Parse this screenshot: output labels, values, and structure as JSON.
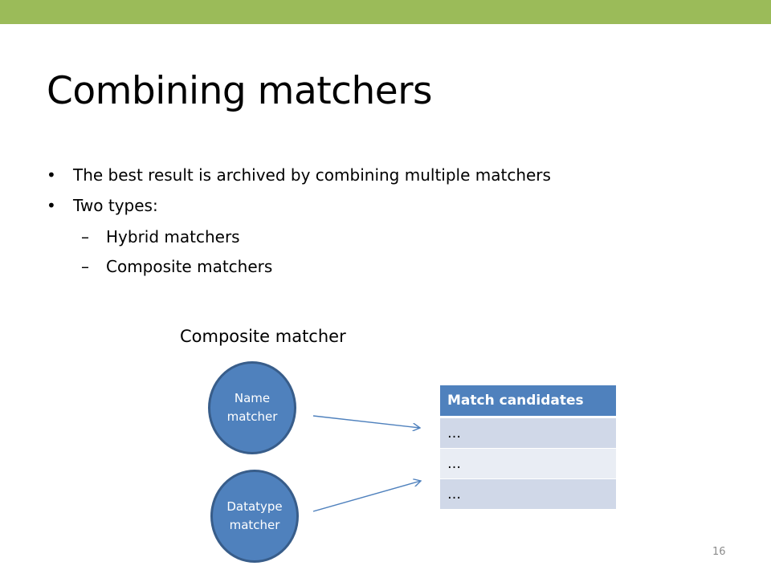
{
  "slide": {
    "title": "Combining matchers",
    "bullets": [
      {
        "mark": "•",
        "text": "The best result is archived by combining multiple matchers"
      },
      {
        "mark": "•",
        "text": "Two types:"
      }
    ],
    "sub_bullets": [
      {
        "mark": "–",
        "text": "Hybrid matchers"
      },
      {
        "mark": "–",
        "text": "Composite matchers"
      }
    ],
    "page_number": "16"
  },
  "diagram": {
    "caption": "Composite matcher",
    "nodes": [
      {
        "label": "Name matcher"
      },
      {
        "label": "Datatype matcher"
      }
    ],
    "table": {
      "header": "Match candidates",
      "rows": [
        "…",
        "…",
        "…"
      ]
    },
    "colors": {
      "accent_bar": "#9bbb59",
      "node_fill": "#4f81bd",
      "table_header": "#4f81bd",
      "row_dark": "#d0d8e8",
      "row_light": "#e9edf4"
    }
  }
}
